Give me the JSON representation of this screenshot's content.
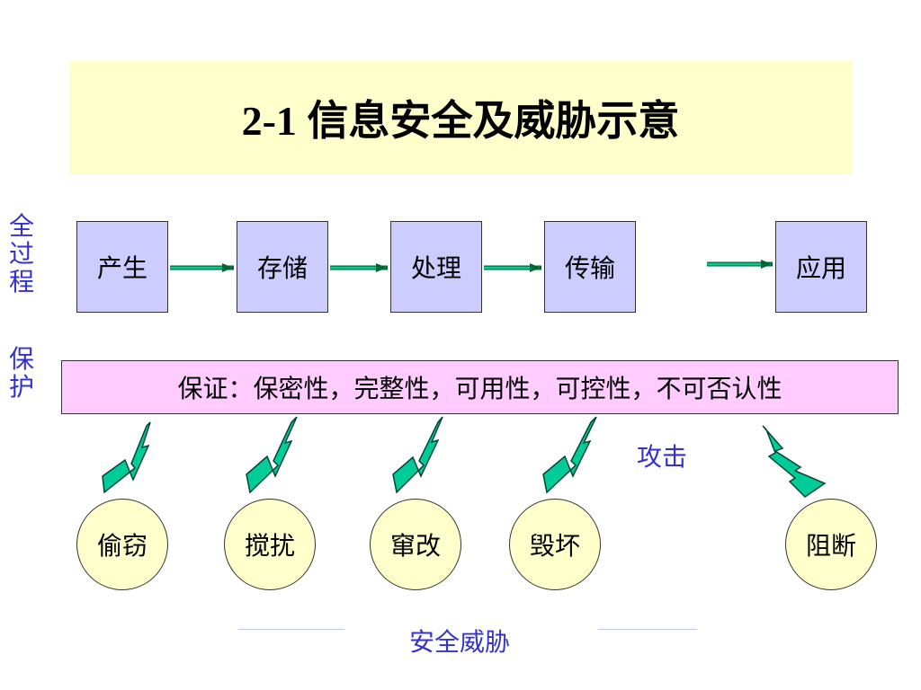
{
  "title": "2-1 信息安全及威胁示意",
  "side_labels": {
    "whole_process": "全过程",
    "protection": "保护"
  },
  "stages": [
    "产生",
    "存储",
    "处理",
    "传输",
    "应用"
  ],
  "guarantee": "保证：保密性，完整性，可用性，可控性，不可否认性",
  "attack_label": "攻击",
  "threats": [
    "偷窃",
    "搅扰",
    "窜改",
    "毁坏",
    "阻断"
  ],
  "footer_label": "安全威胁",
  "colors": {
    "title_bg": "#ffffcc",
    "stage_bg": "#ccccff",
    "guarantee_bg": "#ffccff",
    "threat_bg": "#ffffcc",
    "arrow_fill": "#00cc99",
    "label_blue": "#3333cc"
  }
}
